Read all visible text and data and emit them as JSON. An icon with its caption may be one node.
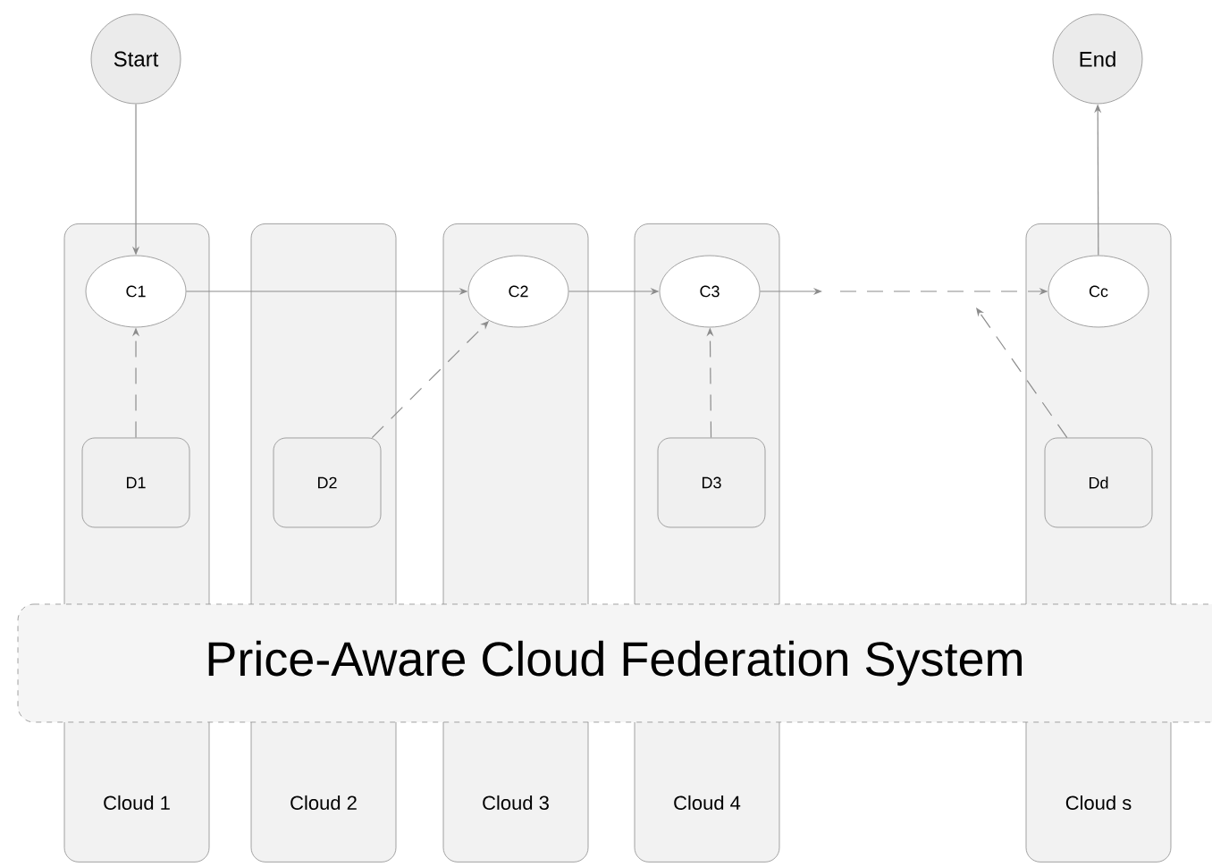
{
  "diagram": {
    "nodes": [
      {
        "text": [
          "Start"
        ]
      },
      {
        "text": [
          "End"
        ]
      },
      {
        "text": [
          "Cloud 1"
        ]
      },
      {
        "text": [
          "Cloud 2"
        ]
      },
      {
        "text": [
          "Cloud 3"
        ]
      },
      {
        "text": [
          "Cloud 4"
        ]
      },
      {
        "text": [
          "Cloud s"
        ]
      },
      {
        "text": [
          "C1"
        ],
        "in": 2
      },
      {
        "text": [
          "D1"
        ],
        "in": 2
      },
      {
        "text": [
          "D2"
        ],
        "in": 3
      },
      {
        "text": [
          "C2"
        ],
        "in": 4
      },
      {
        "text": [
          "C3"
        ],
        "in": 5
      },
      {
        "text": [
          "D3"
        ],
        "in": 5
      },
      {
        "text": [
          "Cc"
        ],
        "in": 6
      },
      {
        "text": [
          "Dd"
        ],
        "in": 6
      },
      {
        "text": [
          "Price-Aware Cloud Federation System"
        ]
      }
    ],
    "edges": [
      {
        "from": 0,
        "to": 7,
        "arrow": "to"
      },
      {
        "from": 7,
        "to": 10,
        "arrow": "to"
      },
      {
        "from": 10,
        "to": 11,
        "arrow": "to"
      },
      {
        "from": 8,
        "to": 7,
        "arrow": "to",
        "style": "dashed"
      },
      {
        "from": 9,
        "to": 10,
        "arrow": "to",
        "style": "dashed"
      },
      {
        "from": 12,
        "to": 11,
        "arrow": "to",
        "style": "dashed"
      },
      {
        "from": 11,
        "to": null,
        "arrow": "to"
      },
      {
        "from": null,
        "to": 13,
        "arrow": "to",
        "style": "dashed"
      },
      {
        "from": 14,
        "to": null,
        "arrow": "to",
        "style": "dashed"
      },
      {
        "from": 13,
        "to": 1,
        "arrow": "to"
      }
    ]
  }
}
